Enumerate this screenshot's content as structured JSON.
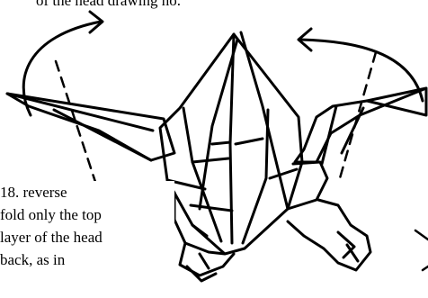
{
  "diagram": {
    "top_caption": "of the head drawing no.",
    "step": {
      "lines": [
        "18.  reverse",
        "fold  only the top",
        "layer of the head",
        " back, as in"
      ]
    },
    "icons": [
      "curved-arrow-left",
      "curved-arrow-right",
      "dashed-fold-line"
    ],
    "colors": {
      "line": "#000000",
      "background": "#ffffff"
    }
  }
}
